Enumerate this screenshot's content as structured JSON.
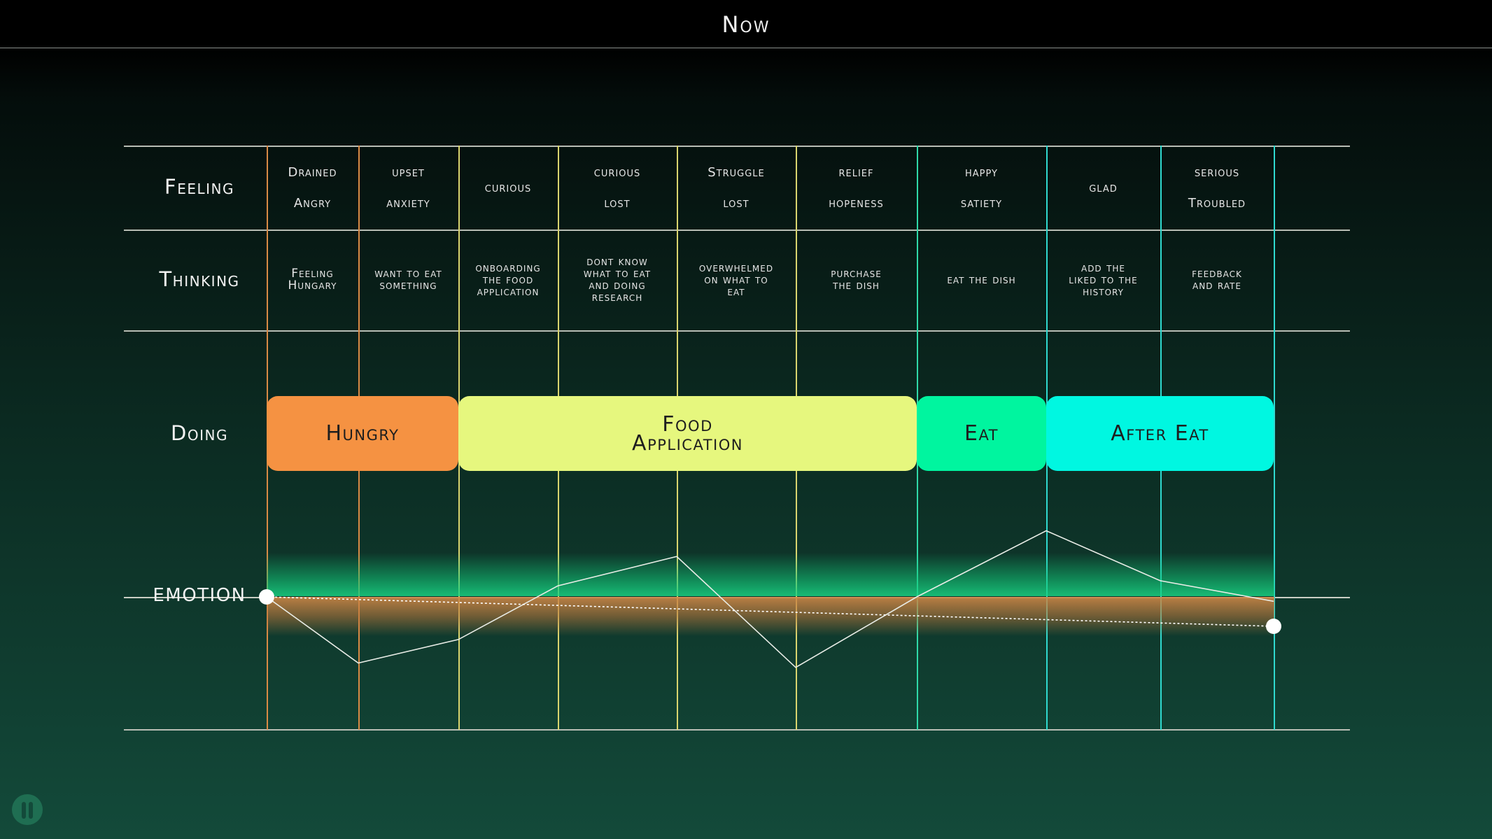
{
  "title": "Now",
  "row_labels": {
    "feeling": "Feeling",
    "thinking": "Thinking",
    "doing": "Doing",
    "emotion": "EMOTION"
  },
  "columns": [
    {
      "feeling": [
        "Drained",
        "Angry"
      ],
      "thinking": "Feeling\nHungary"
    },
    {
      "feeling": [
        "upset",
        "anxiety"
      ],
      "thinking": "want to eat\nsomething"
    },
    {
      "feeling": [
        "curious"
      ],
      "thinking": "onboarding\nthe food\napplication"
    },
    {
      "feeling": [
        "curious",
        "lost"
      ],
      "thinking": "dont know\nwhat to eat\nand doing\nresearch"
    },
    {
      "feeling": [
        "Struggle",
        "lost"
      ],
      "thinking": "overwhelmed\non what to\neat"
    },
    {
      "feeling": [
        "relief",
        "hopeness"
      ],
      "thinking": "purchase\nthe dish"
    },
    {
      "feeling": [
        "happy",
        "satiety"
      ],
      "thinking": "eat the dish"
    },
    {
      "feeling": [
        "glad"
      ],
      "thinking": "add the\nliked to the\nhistory"
    },
    {
      "feeling": [
        "serious",
        "Troubled"
      ],
      "thinking": "feedback\nand rate"
    }
  ],
  "stages": [
    {
      "label": "Hungry",
      "span": [
        0,
        1
      ],
      "color": "#f59242"
    },
    {
      "label": "Food\nApplication",
      "span": [
        2,
        5
      ],
      "color": "#e6f77e"
    },
    {
      "label": "Eat",
      "span": [
        6,
        6
      ],
      "color": "#00f59f"
    },
    {
      "label": "After Eat",
      "span": [
        7,
        8
      ],
      "color": "#00f7e1"
    }
  ],
  "column_line_colors": [
    "#d98a45",
    "#d98a45",
    "#d9d46e",
    "#d9d46e",
    "#d9d46e",
    "#d9d46e",
    "#2fd9a8",
    "#2fd9cf",
    "#2fd9cf",
    "#2fd9cf"
  ],
  "emotion_levels": [
    0,
    -0.9,
    -0.58,
    0.15,
    0.55,
    -0.96,
    0,
    0.9,
    0.22,
    -0.06
  ]
}
